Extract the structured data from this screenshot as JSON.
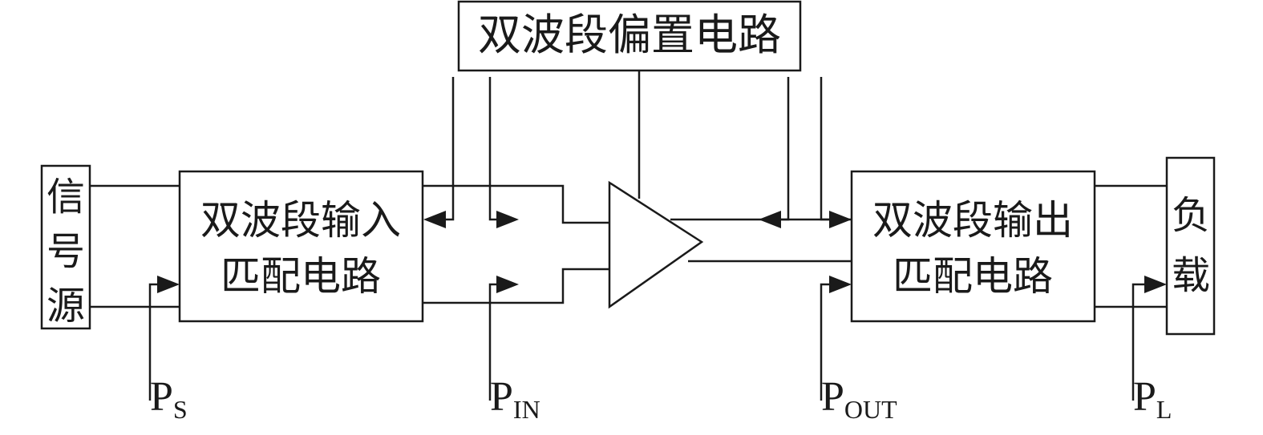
{
  "blocks": {
    "bias": {
      "label": "双波段偏置电路"
    },
    "source": {
      "label": [
        "信",
        "号",
        "源"
      ]
    },
    "input_match": {
      "line1": "双波段输入",
      "line2": "匹配电路"
    },
    "output_match": {
      "line1": "双波段输出",
      "line2": "匹配电路"
    },
    "load": {
      "label": [
        "负",
        "载"
      ]
    }
  },
  "probes": {
    "ps": {
      "main": "P",
      "sub": "S"
    },
    "pin": {
      "main": "P",
      "sub": "IN"
    },
    "pout": {
      "main": "P",
      "sub": "OUT"
    },
    "pl": {
      "main": "P",
      "sub": "L"
    }
  }
}
